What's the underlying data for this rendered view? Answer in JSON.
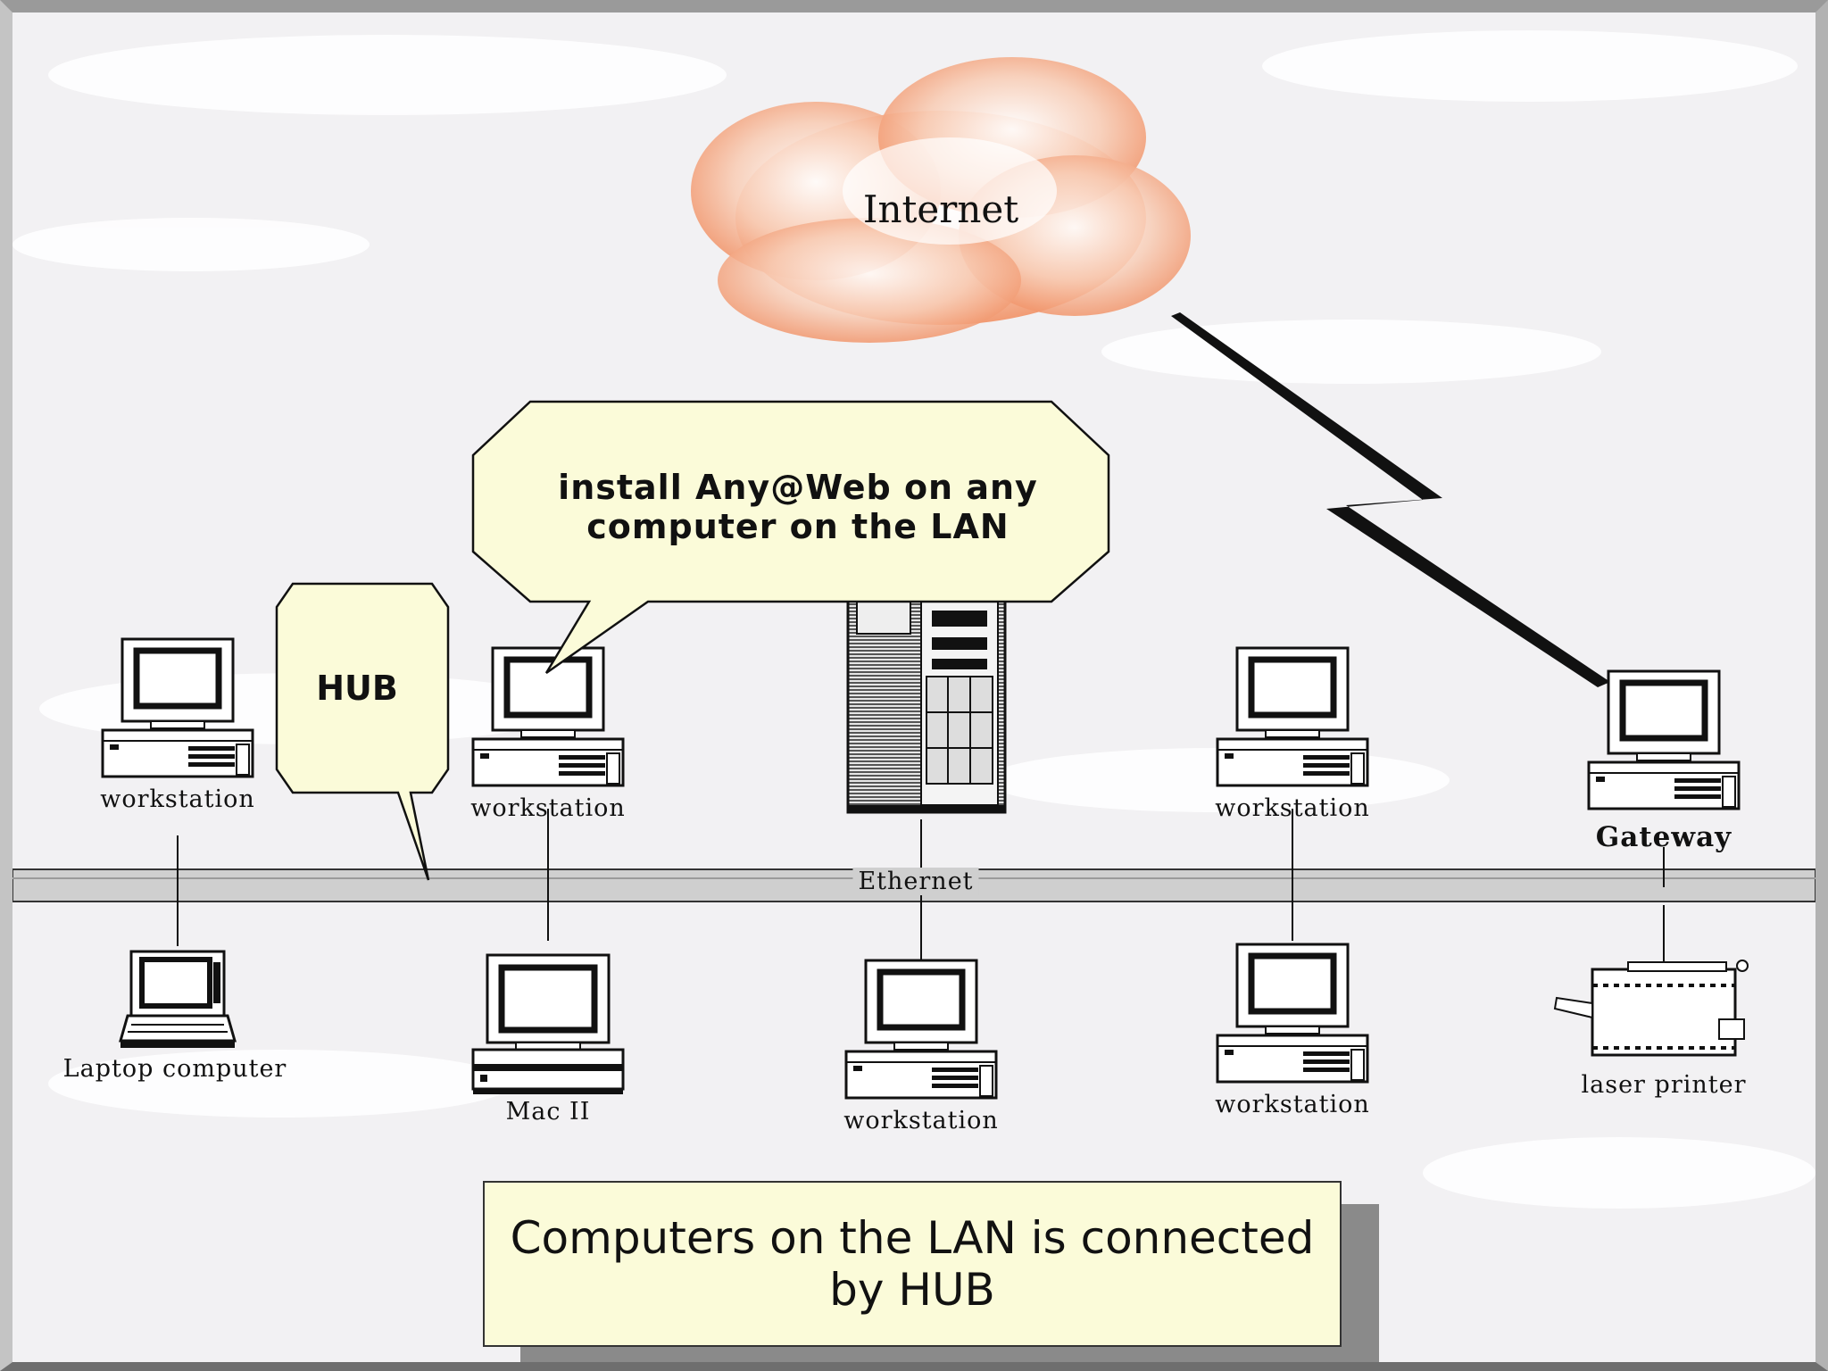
{
  "cloud": {
    "label": "Internet",
    "color": "#f39a6e"
  },
  "network": {
    "bus_label": "Ethernet"
  },
  "callouts": {
    "install": "install Any@Web on any computer on the LAN",
    "hub": "HUB"
  },
  "devices": {
    "ws_top_left": "workstation",
    "ws_top_center_left": "workstation",
    "ws_top_right": "workstation",
    "gateway": "Gateway",
    "laptop": "Laptop computer",
    "mac": "Mac II",
    "ws_bottom_center": "workstation",
    "ws_bottom_right": "workstation",
    "printer": "laser printer"
  },
  "caption": "Computers on the LAN is connected by HUB",
  "colors": {
    "callout_fill": "#fbfbd9",
    "ethernet_fill": "#cfcfcf"
  }
}
